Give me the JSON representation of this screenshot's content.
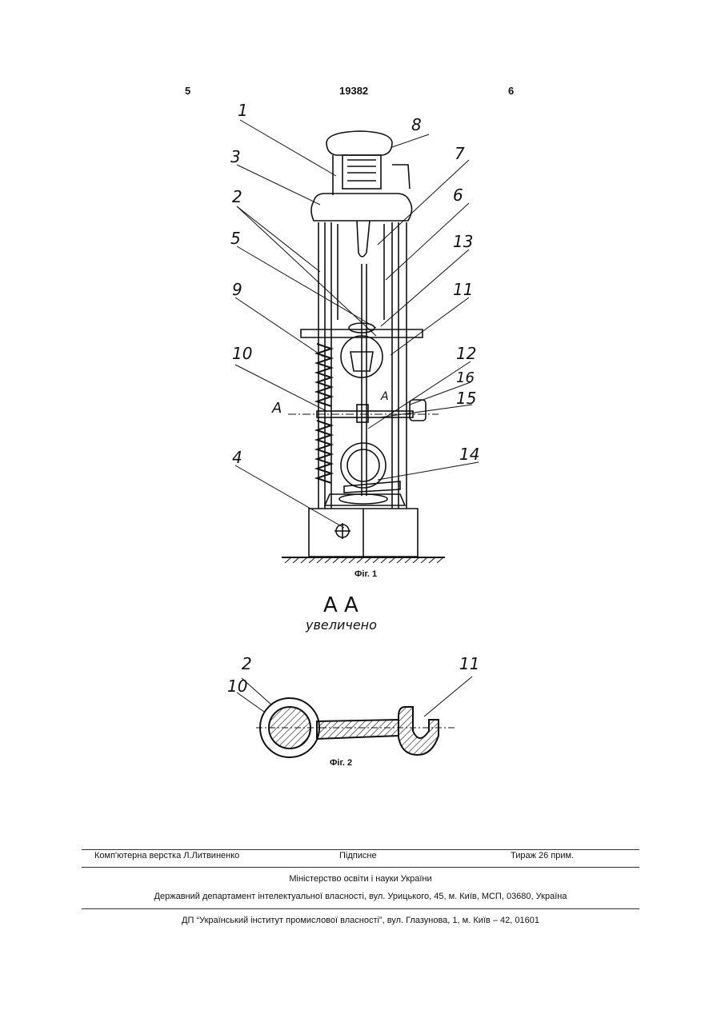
{
  "header": {
    "page_left": "5",
    "patent_number": "19382",
    "page_right": "6"
  },
  "figure1": {
    "caption": "Фіг. 1",
    "labels": [
      "1",
      "2",
      "3",
      "4",
      "5",
      "6",
      "7",
      "8",
      "9",
      "10",
      "11",
      "12",
      "13",
      "14",
      "15",
      "16"
    ],
    "section_left": "А",
    "section_right": "А"
  },
  "section_title": {
    "line1": "А А",
    "line2": "увеличено"
  },
  "figure2": {
    "caption": "Фіг. 2",
    "labels": [
      "2",
      "10",
      "11"
    ]
  },
  "footer": {
    "typesetter": "Комп'ютерна верстка Л.Литвиненко",
    "signed": "Підписне",
    "circulation": "Тираж 26 прим.",
    "ministry": "Міністерство освіти і науки України",
    "department": "Державний департамент інтелектуальної власності, вул. Урицького, 45, м. Київ, МСП, 03680, Україна",
    "institute": "ДП “Український інститут промислової власності”, вул. Глазунова, 1, м. Київ – 42, 01601"
  }
}
